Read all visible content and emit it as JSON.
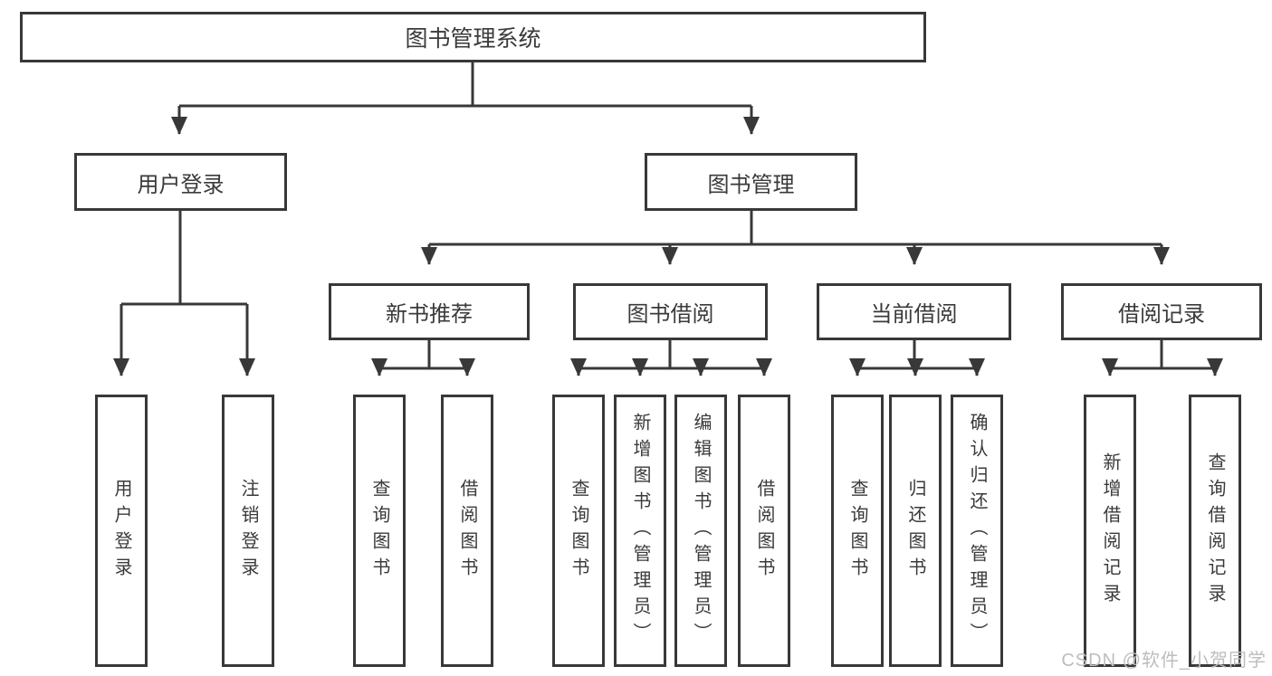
{
  "diagram": {
    "title": "图书管理系统",
    "nodes": {
      "root": "图书管理系统",
      "user_login": "用户登录",
      "book_management": "图书管理",
      "new_book_rec": "新书推荐",
      "book_borrow": "图书借阅",
      "current_borrow": "当前借阅",
      "borrow_records": "借阅记录",
      "leaf_user_login": "用户登录",
      "leaf_logout": "注销登录",
      "leaf_rec_query_books": "查询图书",
      "leaf_rec_borrow_books": "借阅图书",
      "leaf_bb_query_books": "查询图书",
      "leaf_bb_add_books": "新增图书（管理员）",
      "leaf_bb_edit_books": "编辑图书（管理员）",
      "leaf_bb_borrow_books": "借阅图书",
      "leaf_cb_query_books": "查询图书",
      "leaf_cb_return_books": "归还图书",
      "leaf_cb_confirm_return": "确认归还（管理员）",
      "leaf_br_add_record": "新增借阅记录",
      "leaf_br_query_record": "查询借阅记录"
    },
    "hierarchy": {
      "图书管理系统": [
        "用户登录",
        "图书管理"
      ],
      "用户登录": [
        "用户登录",
        "注销登录"
      ],
      "图书管理": [
        "新书推荐",
        "图书借阅",
        "当前借阅",
        "借阅记录"
      ],
      "新书推荐": [
        "查询图书",
        "借阅图书"
      ],
      "图书借阅": [
        "查询图书",
        "新增图书（管理员）",
        "编辑图书（管理员）",
        "借阅图书"
      ],
      "当前借阅": [
        "查询图书",
        "归还图书",
        "确认归还（管理员）"
      ],
      "借阅记录": [
        "新增借阅记录",
        "查询借阅记录"
      ]
    },
    "watermark": "CSDN @软件_小贺同学",
    "colors": {
      "line": "#383838",
      "text": "#3a3a3a",
      "watermark": "#bdbdbd",
      "background": "#ffffff"
    }
  }
}
